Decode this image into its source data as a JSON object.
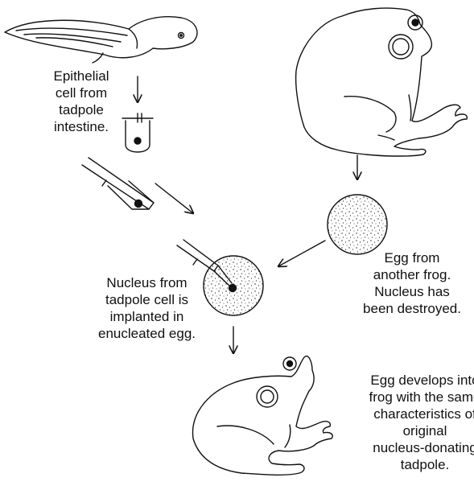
{
  "labels": {
    "epithelial": [
      "Epithelial",
      "cell from",
      "tadpole",
      "intestine."
    ],
    "egg_other": [
      "Egg from",
      "another frog.",
      "Nucleus has",
      "been destroyed."
    ],
    "nucleus": [
      "Nucleus from",
      "tadpole cell is",
      "implanted in",
      "enucleated egg."
    ],
    "develops": [
      "Egg develops into",
      "frog with the same",
      "characteristics of",
      "original",
      "nucleus-donating",
      "tadpole."
    ]
  },
  "colors": {
    "ink": "#111111",
    "background": "#ffffff"
  }
}
